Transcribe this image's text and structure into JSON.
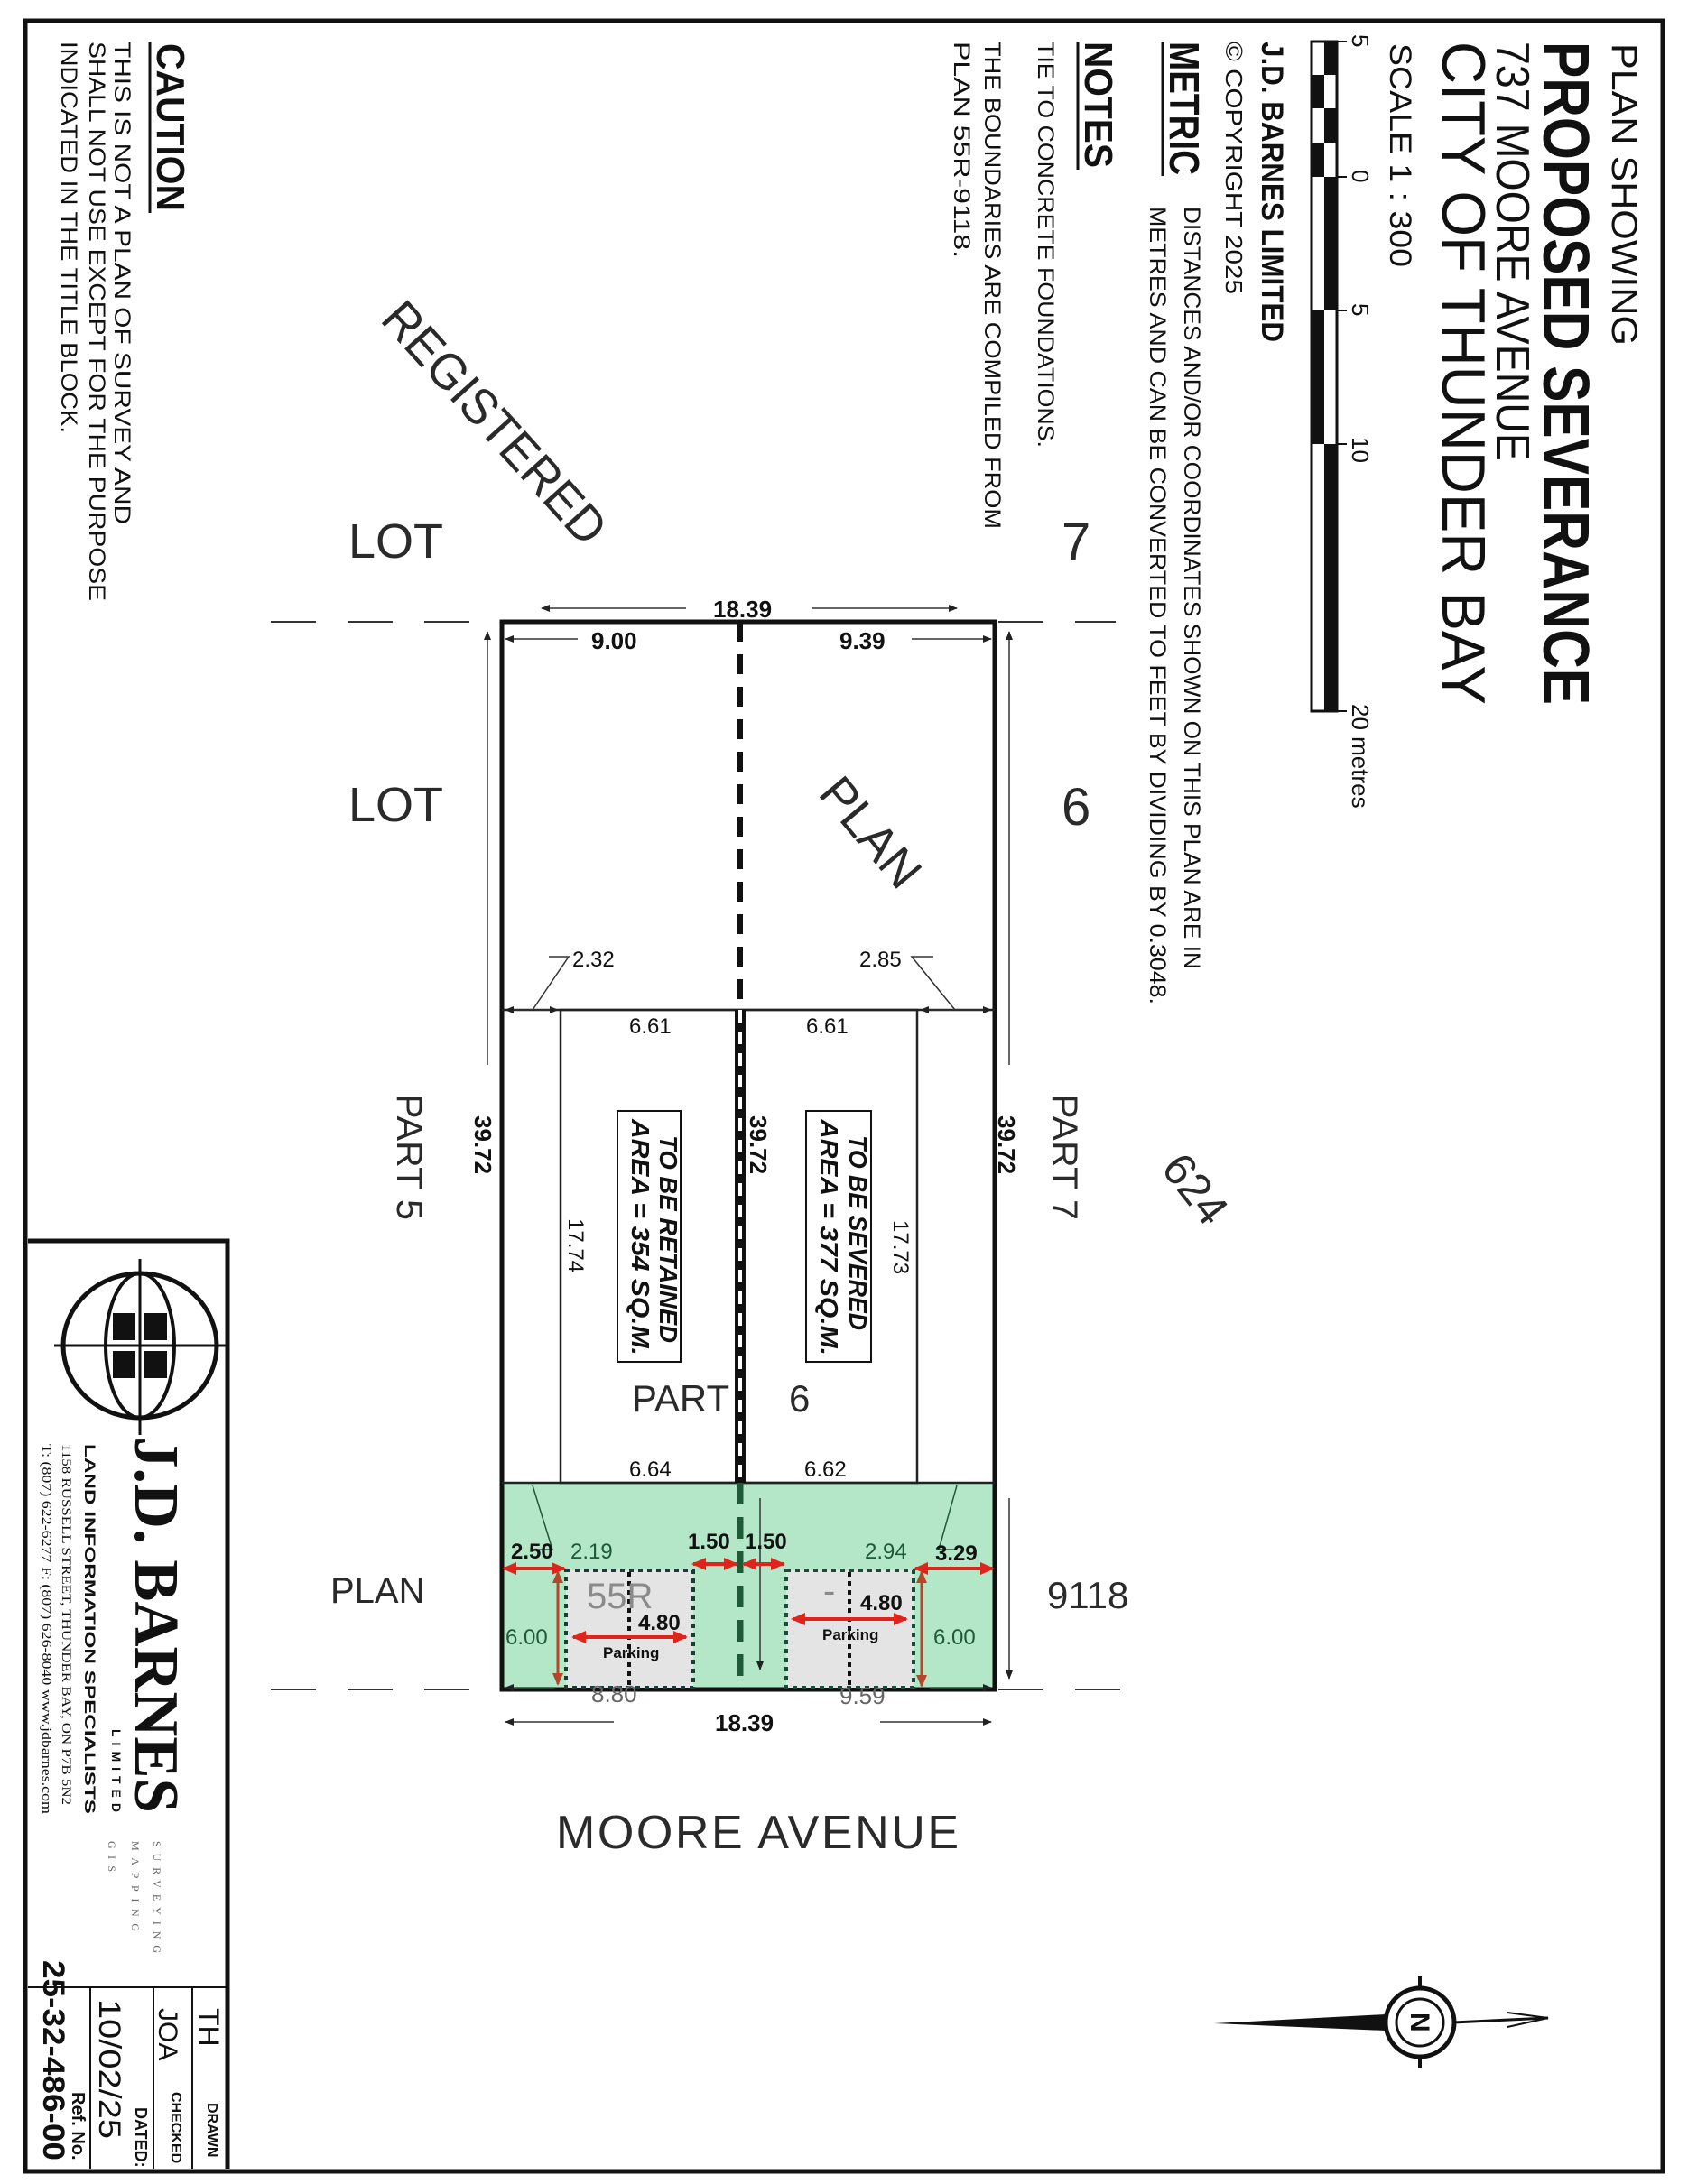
{
  "title_block_top": {
    "plan_showing": "PLAN SHOWING",
    "proposed_severance": "PROPOSED SEVERANCE",
    "address": "737 MOORE AVENUE",
    "city": "CITY OF THUNDER BAY",
    "scale": "SCALE 1 : 300",
    "scale_bar": {
      "labels": [
        "5",
        "0",
        "5",
        "10",
        "20 metres"
      ]
    },
    "company": "J.D. BARNES LIMITED",
    "copyright": "© COPYRIGHT 2025"
  },
  "metric": {
    "heading": "METRIC",
    "line1": "DISTANCES AND/OR COORDINATES SHOWN ON THIS PLAN ARE IN",
    "line2": "METRES AND CAN BE CONVERTED TO FEET BY DIVIDING BY 0.3048."
  },
  "notes": {
    "heading": "NOTES",
    "note1": "TIE TO CONCRETE FOUNDATIONS.",
    "note2_line1": "THE BOUNDARIES ARE COMPILED FROM",
    "note2_line2": "PLAN 55R-9118."
  },
  "caution": {
    "heading": "CAUTION",
    "line1": "THIS IS NOT A PLAN OF SURVEY AND",
    "line2": "SHALL NOT USE EXCEPT FOR THE PURPOSE",
    "line3": "INDICATED IN THE TITLE BLOCK."
  },
  "map_labels": {
    "registered": "REGISTERED",
    "lot_a": "LOT",
    "seven": "7",
    "lot_b": "LOT",
    "six": "6",
    "plan_diag": "PLAN",
    "part5": "PART 5",
    "part7": "PART 7",
    "num624": "624",
    "part6_a": "PART",
    "part6_b": "6",
    "plan_bottom": "PLAN",
    "plan_55r": "55R",
    "plan_dash": "-",
    "plan_9118": "9118",
    "street": "MOORE AVENUE"
  },
  "dimensions": {
    "frontage_top": "18.39",
    "left_top": "9.00",
    "right_top": "9.39",
    "setback_left": "2.32",
    "setback_right": "2.85",
    "house_left_top": "6.61",
    "house_right_top": "6.61",
    "depth_left": "39.72",
    "depth_center": "39.72",
    "depth_right": "39.72",
    "house_left_depth": "17.74",
    "house_right_depth": "17.73",
    "house_left_bottom": "6.64",
    "house_right_bottom": "6.62",
    "front_left": "2.19",
    "front_right": "2.94",
    "bottom_left": "8.80",
    "bottom_right": "9.59",
    "frontage_bottom": "18.39"
  },
  "parcels": {
    "retained_line1": "TO BE RETAINED",
    "retained_line2": "AREA = 354 SQ.M.",
    "severed_line1": "TO BE SEVERED",
    "severed_line2": "AREA = 377 SQ.M."
  },
  "parking": {
    "left_side": "2.50",
    "right_side": "3.29",
    "center_left": "1.50",
    "center_right": "1.50",
    "left_width": "4.80",
    "right_width": "4.80",
    "left_depth": "6.00",
    "right_depth": "6.00",
    "left_label": "Parking",
    "right_label": "Parking",
    "colors": {
      "front_yard": "#b4e6c8",
      "space": "#e4e4e4",
      "arrow": "#e0241b",
      "depth_arrow": "#b5462a"
    }
  },
  "north_arrow": {
    "letter": "N"
  },
  "company_block": {
    "name": "J.D. BARNES",
    "limited": "LIMITED",
    "tagline": "LAND INFORMATION SPECIALISTS",
    "address": "1158 RUSSELL STREET, THUNDER BAY, ON P7B 5N2",
    "contact": "T: (807) 622-6277   F: (807) 626-8040   www.jdbarnes.com",
    "services": [
      "SURVEYING",
      "MAPPING",
      "GIS"
    ],
    "drawn_label": "DRAWN",
    "drawn": "TH",
    "checked_label": "CHECKED",
    "checked": "JOA",
    "dated_label": "DATED:",
    "dated": "10/02/25",
    "ref_label": "Ref. No.",
    "ref": "25-32-486-00"
  }
}
